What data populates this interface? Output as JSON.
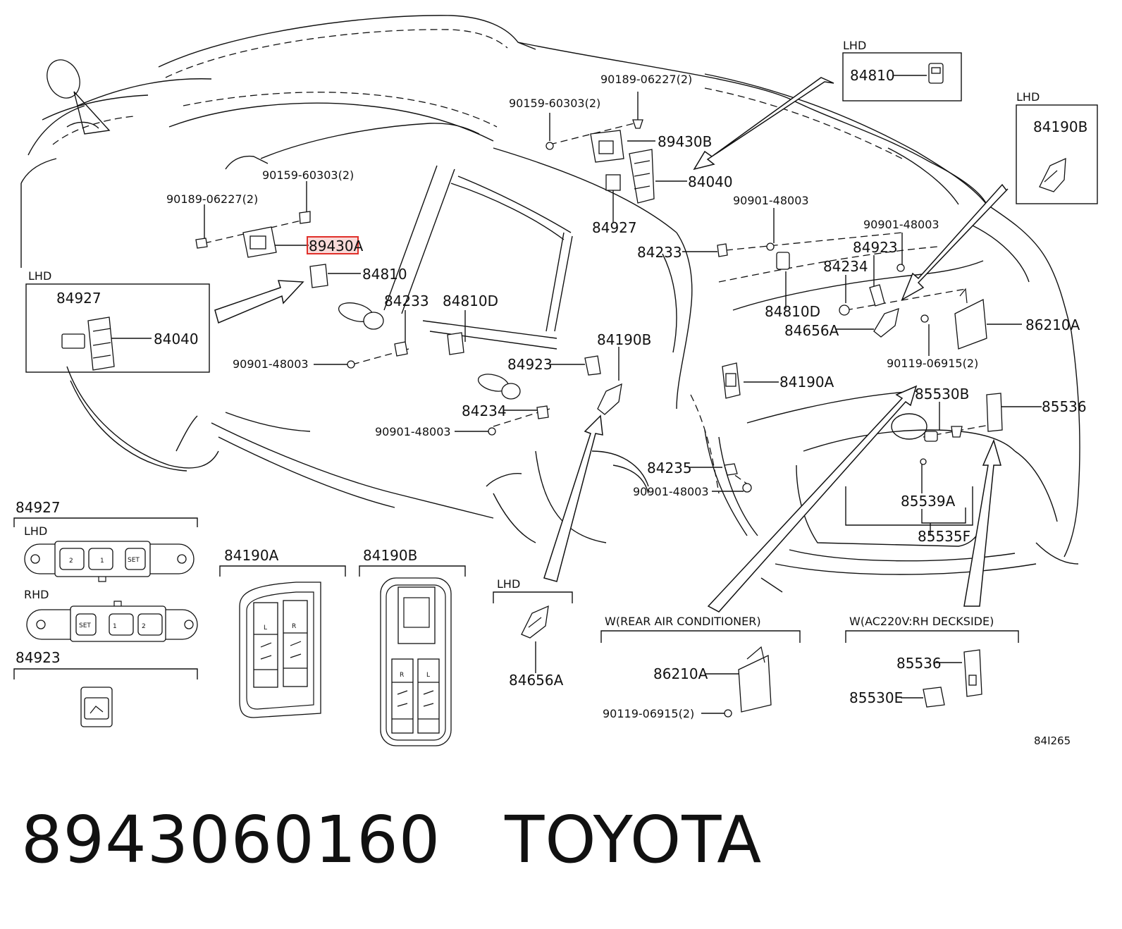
{
  "footer": {
    "part_number": "8943060160",
    "brand": "TOYOTA"
  },
  "figure_code": "84I265",
  "highlight_color": "#e0302a",
  "box_labels": {
    "lhd_a": "LHD",
    "lhd_b": "LHD",
    "lhd_c": "LHD",
    "lhd_d": "LHD",
    "lhd_e": "LHD",
    "rhd": "RHD",
    "rear_air": "W(REAR AIR CONDITIONER)",
    "ac220": "W(AC220V:RH DECKSIDE)"
  },
  "labels": {
    "p84810_box": "84810",
    "p84190B_box": "84190B",
    "p90189_top": "90189-06227(2)",
    "p90159_top": "90159-60303(2)",
    "p89430B": "89430B",
    "p84040_top": "84040",
    "p84927_mid": "84927",
    "p90901_a": "90901-48003",
    "p90901_b": "90901-48003",
    "p84233_mid": "84233",
    "p84923_right": "84923",
    "p84234_right": "84234",
    "p84810D_right": "84810D",
    "p84656A_right": "84656A",
    "p86210A_right": "86210A",
    "p90119_right": "90119-06915(2)",
    "p90159_left": "90159-60303(2)",
    "p90189_left": "90189-06227(2)",
    "p89430A": "89430A",
    "p84810_left": "84810",
    "p84927_box": "84927",
    "p84040_box": "84040",
    "p84233_left": "84233",
    "p84810D_left": "84810D",
    "p90901_c": "90901-48003",
    "p84923_left": "84923",
    "p84190B_mid": "84190B",
    "p84234_left": "84234",
    "p90901_d": "90901-48003",
    "p84190A_mid": "84190A",
    "p85530B": "85530B",
    "p85536_right": "85536",
    "p84235": "84235",
    "p90901_e": "90901-48003",
    "p85539A": "85539A",
    "p85535F": "85535F",
    "p84927_detail": "84927",
    "p84923_detail": "84923",
    "p84190A_detail": "84190A",
    "p84190B_detail": "84190B",
    "p84656A_detail": "84656A",
    "p86210A_detail": "86210A",
    "p90119_detail": "90119-06915(2)",
    "p85536_detail": "85536",
    "p85530E": "85530E"
  },
  "switch_buttons": {
    "lhd": [
      "2",
      "1",
      "SET"
    ],
    "rhd": [
      "SET",
      "1",
      "2"
    ],
    "lr_a": [
      "L",
      "R"
    ],
    "lr_b": [
      "R",
      "L"
    ]
  }
}
